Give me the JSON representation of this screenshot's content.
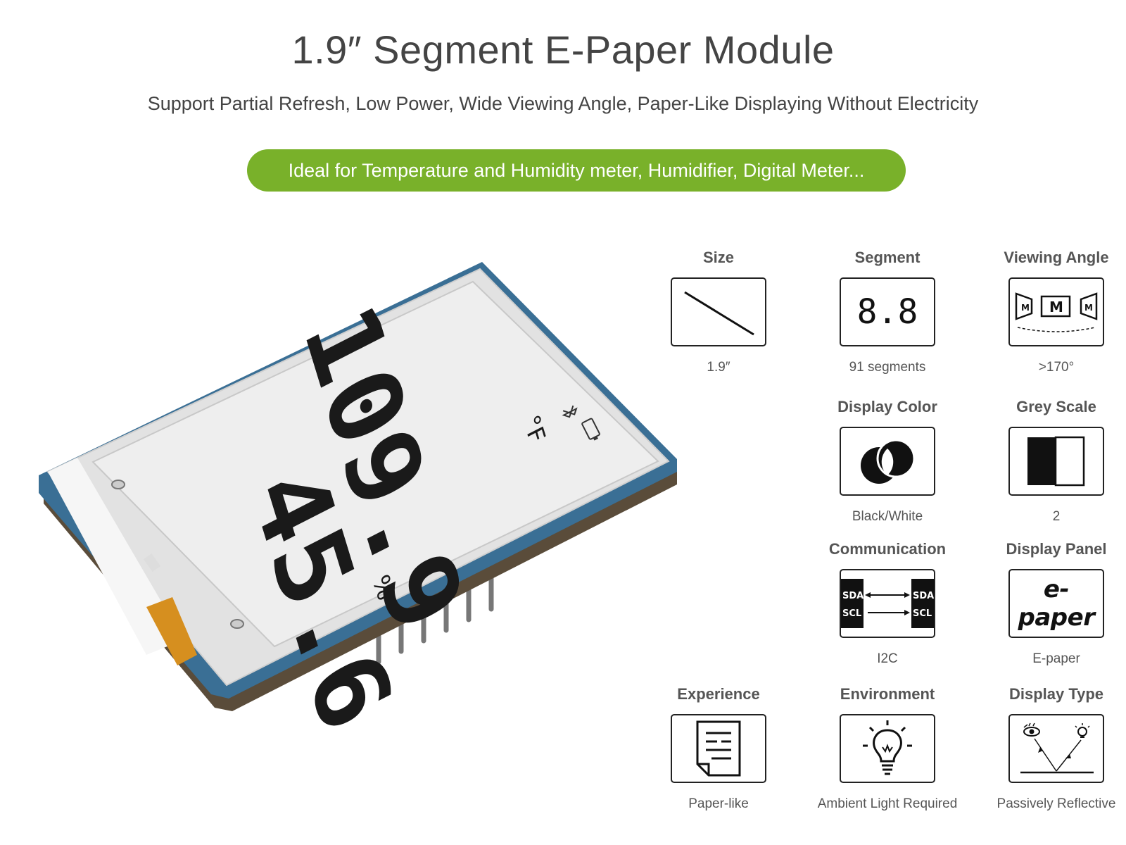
{
  "header": {
    "title": "1.9″ Segment E-Paper Module",
    "subtitle": "Support Partial Refresh, Low Power, Wide Viewing Angle, Paper-Like Displaying Without Electricity",
    "banner": "Ideal for Temperature and Humidity meter, Humidifier, Digital Meter..."
  },
  "product": {
    "temperature": "109.9",
    "temperature_unit": "°F",
    "humidity": "45.6",
    "humidity_unit": "%"
  },
  "specs": {
    "size": {
      "label": "Size",
      "value": "1.9″",
      "icon": "diagonal-line-icon"
    },
    "segment": {
      "label": "Segment",
      "value": "91 segments",
      "icon": "seven-segment-icon",
      "icon_text": "8.8"
    },
    "viewing_angle": {
      "label": "Viewing Angle",
      "value": ">170°",
      "icon": "viewing-angle-icon",
      "icon_text": "M"
    },
    "display_color": {
      "label": "Display Color",
      "value": "Black/White",
      "icon": "black-white-circles-icon"
    },
    "grey_scale": {
      "label": "Grey Scale",
      "value": "2",
      "icon": "grey-scale-icon"
    },
    "communication": {
      "label": "Communication",
      "value": "I2C",
      "icon": "i2c-icon",
      "sda": "SDA",
      "scl": "SCL"
    },
    "display_panel": {
      "label": "Display Panel",
      "value": "E-paper",
      "icon": "epaper-logo-icon",
      "icon_text": "e-paper"
    },
    "experience": {
      "label": "Experience",
      "value": "Paper-like",
      "icon": "document-icon"
    },
    "environment": {
      "label": "Environment",
      "value": "Ambient Light Required",
      "icon": "lightbulb-icon"
    },
    "display_type": {
      "label": "Display Type",
      "value": "Passively Reflective",
      "icon": "reflection-icon"
    }
  },
  "colors": {
    "banner_green": "#79b12a",
    "pcb_blue": "#3a6f95",
    "panel": "#ececec",
    "ink": "#1a1a1a"
  }
}
